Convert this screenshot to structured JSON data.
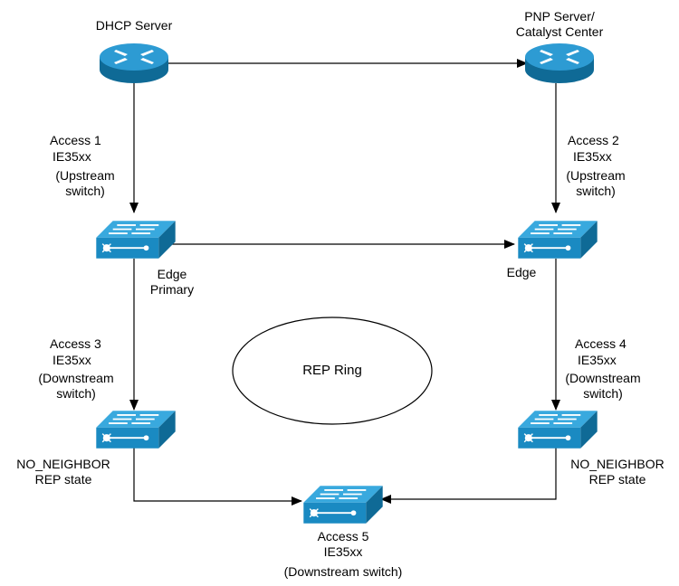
{
  "colors": {
    "device_fill": "#1a8ac2",
    "device_dark": "#0f6a96",
    "device_top": "#39a9de",
    "line": "#000000",
    "background": "#ffffff"
  },
  "nodes": {
    "dhcp": {
      "icon": "router-icon",
      "label": "DHCP Server"
    },
    "pnp": {
      "icon": "router-icon",
      "label_line1": "PNP Server/",
      "label_line2": "Catalyst Center"
    },
    "edge_primary": {
      "icon": "switch-icon",
      "edge_label_line1": "Edge",
      "edge_label_line2": "Primary",
      "access": "Access 1",
      "model": "IE35xx",
      "role_line1": "(Upstream",
      "role_line2": "switch)"
    },
    "edge_secondary": {
      "icon": "switch-icon",
      "edge_label": "Edge",
      "access": "Access 2",
      "model": "IE35xx",
      "role_line1": "(Upstream",
      "role_line2": "switch)"
    },
    "access3": {
      "icon": "switch-icon",
      "access": "Access 3",
      "model": "IE35xx",
      "role_line1": "(Downstream",
      "role_line2": "switch)",
      "state_line1": "NO_NEIGHBOR",
      "state_line2": "REP state"
    },
    "access4": {
      "icon": "switch-icon",
      "access": "Access 4",
      "model": "IE35xx",
      "role_line1": "(Downstream",
      "role_line2": "switch)",
      "state_line1": "NO_NEIGHBOR",
      "state_line2": "REP state"
    },
    "access5": {
      "icon": "switch-icon",
      "access": "Access 5",
      "model": "IE35xx",
      "role": "(Downstream switch)"
    }
  },
  "ring": {
    "label": "REP Ring"
  }
}
